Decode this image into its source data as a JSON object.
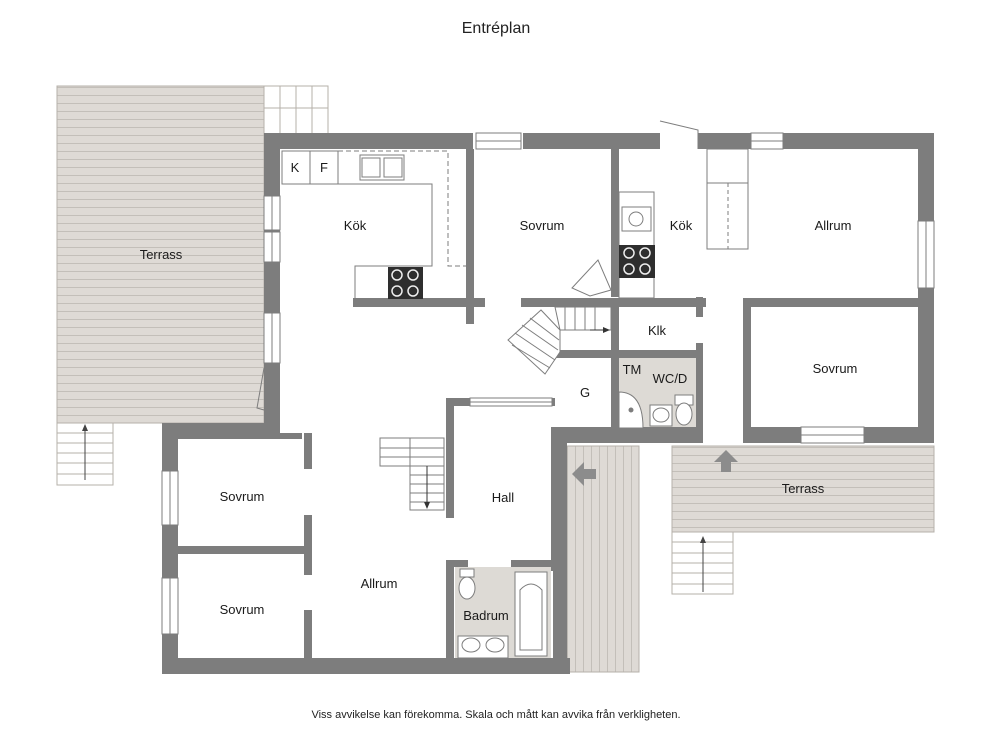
{
  "title": "Entréplan",
  "disclaimer": "Viss avvikelse kan förekomma. Skala och mått kan avvika från verkligheten.",
  "rooms": {
    "terrass_left": "Terrass",
    "kok_1": "Kök",
    "sovrum_1": "Sovrum",
    "kok_2": "Kök",
    "allrum_1": "Allrum",
    "klk": "Klk",
    "tm": "TM",
    "wcd": "WC/D",
    "g": "G",
    "sovrum_2": "Sovrum",
    "sovrum_3": "Sovrum",
    "hall": "Hall",
    "terrass_right": "Terrass",
    "sovrum_4": "Sovrum",
    "allrum_2": "Allrum",
    "badrum": "Badrum"
  },
  "appliances": {
    "k": "K",
    "f": "F"
  },
  "colors": {
    "wall": "#7d7d7d",
    "deck": "#dedad5",
    "deck_line": "#b5b0aa",
    "wet_floor": "#dddad5",
    "fixture": "#ffffff",
    "arrow": "#8c8c8c",
    "text": "#1a1a1a"
  }
}
